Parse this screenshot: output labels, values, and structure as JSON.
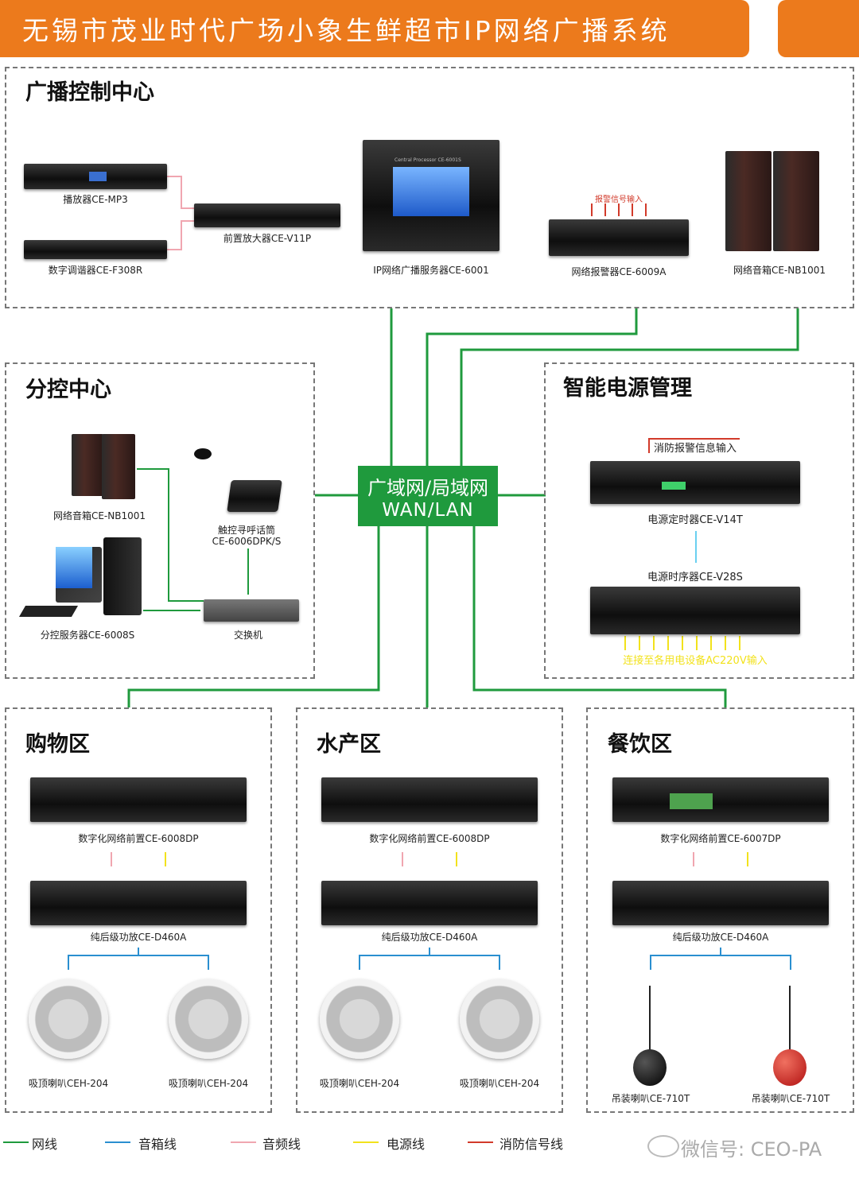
{
  "title": "无锡市茂业时代广场小象生鲜超市IP网络广播系统",
  "network_label_cn": "广域网/局域网",
  "network_label_en": "WAN/LAN",
  "sections": {
    "control": {
      "title": "广播控制中心",
      "mp3": "播放器CE-MP3",
      "tuner": "数字调谐器CE-F308R",
      "preamp": "前置放大器CE-V11P",
      "server": "IP网络广播服务器CE-6001",
      "server_screen": "Central Processor CE-6001S",
      "alarm_input": "报警信号输入",
      "alarm": "网络报警器CE-6009A",
      "speaker": "网络音箱CE-NB1001"
    },
    "sub": {
      "title": "分控中心",
      "speaker": "网络音箱CE-NB1001",
      "mic_line1": "触控寻呼话筒",
      "mic_line2": "CE-6006DPK/S",
      "pc": "分控服务器CE-6008S",
      "switch": "交换机"
    },
    "power": {
      "title": "智能电源管理",
      "fire_input": "消防报警信息输入",
      "timer": "电源定时器CE-V14T",
      "sequencer": "电源时序器CE-V28S",
      "ac_note": "连接至各用电设备AC220V输入"
    },
    "zones": [
      {
        "title": "购物区",
        "pre": "数字化网络前置CE-6008DP",
        "amp": "纯后级功放CE-D460A",
        "spk1": "吸顶喇叭CEH-204",
        "spk2": "吸顶喇叭CEH-204"
      },
      {
        "title": "水产区",
        "pre": "数字化网络前置CE-6008DP",
        "amp": "纯后级功放CE-D460A",
        "spk1": "吸顶喇叭CEH-204",
        "spk2": "吸顶喇叭CEH-204"
      },
      {
        "title": "餐饮区",
        "pre": "数字化网络前置CE-6007DP",
        "amp": "纯后级功放CE-D460A",
        "spk1": "吊装喇叭CE-710T",
        "spk2": "吊装喇叭CE-710T"
      }
    ]
  },
  "legend": [
    {
      "label": "网线",
      "color": "#1f9a3d"
    },
    {
      "label": "音箱线",
      "color": "#2a8fd0"
    },
    {
      "label": "音频线",
      "color": "#f0a6b0"
    },
    {
      "label": "电源线",
      "color": "#f2e21c"
    },
    {
      "label": "消防信号线",
      "color": "#d23a2a"
    }
  ],
  "watermark": "微信号: CEO-PA",
  "colors": {
    "banner": "#ec7a1c",
    "network": "#1f9a3d"
  }
}
